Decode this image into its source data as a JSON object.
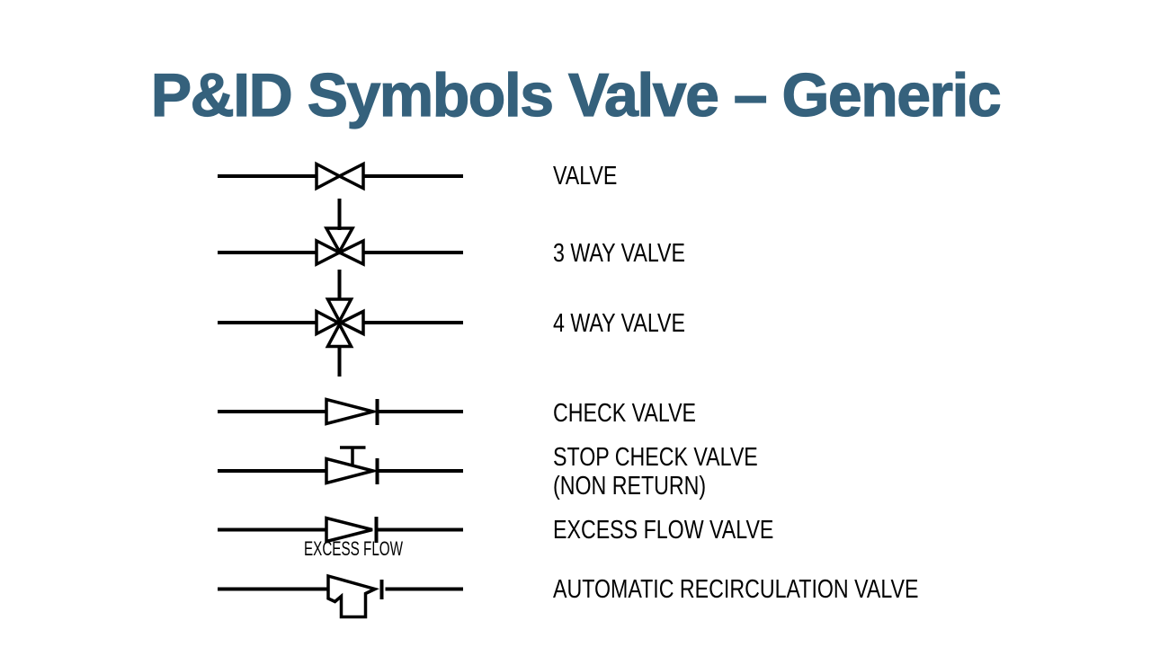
{
  "slide": {
    "title": "P&ID Symbols Valve – Generic",
    "title_color": "#35617C",
    "background_color": "#FFFFFF",
    "symbol_color": "#000000"
  },
  "rows": [
    {
      "symbol": "generic-valve-icon",
      "label": "VALVE"
    },
    {
      "symbol": "three-way-valve-icon",
      "label": "3 WAY VALVE"
    },
    {
      "symbol": "four-way-valve-icon",
      "label": "4 WAY VALVE"
    },
    {
      "symbol": "check-valve-icon",
      "label": "CHECK VALVE"
    },
    {
      "symbol": "stop-check-valve-icon",
      "label": "STOP CHECK VALVE",
      "sublabel": "(NON RETURN)"
    },
    {
      "symbol": "excess-flow-valve-icon",
      "label": "EXCESS FLOW VALVE",
      "symbol_caption": "EXCESS FLOW"
    },
    {
      "symbol": "automatic-recirculation-valve-icon",
      "label": "AUTOMATIC RECIRCULATION VALVE"
    }
  ]
}
